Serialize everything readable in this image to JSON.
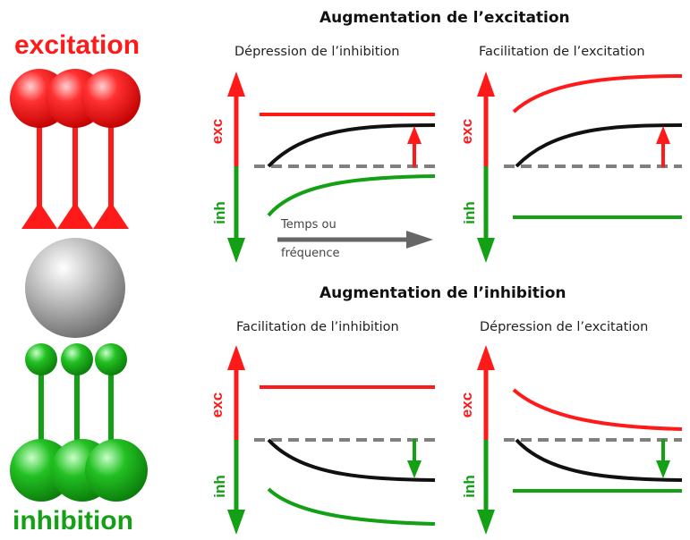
{
  "neurons": {
    "excitation_label": "excitation",
    "inhibition_label": "inhibition"
  },
  "sections": {
    "top_title": "Augmentation de l’excitation",
    "bottom_title": "Augmentation de l’inhibition"
  },
  "panels": [
    {
      "title": "Dépression de l’inhibition"
    },
    {
      "title": "Facilitation de l’excitation"
    },
    {
      "title": "Facilitation de l’inhibition"
    },
    {
      "title": "Dépression de l’excitation"
    }
  ],
  "axis": {
    "exc_label": "exc",
    "inh_label": "inh"
  },
  "time_arrow": {
    "line1": "Temps ou",
    "line2": "fréquence"
  },
  "colors": {
    "excitation": "#ff1a1a",
    "inhibition": "#14a014",
    "net": "#111111",
    "baseline": "#808080",
    "soma": "#9a9a9a"
  }
}
